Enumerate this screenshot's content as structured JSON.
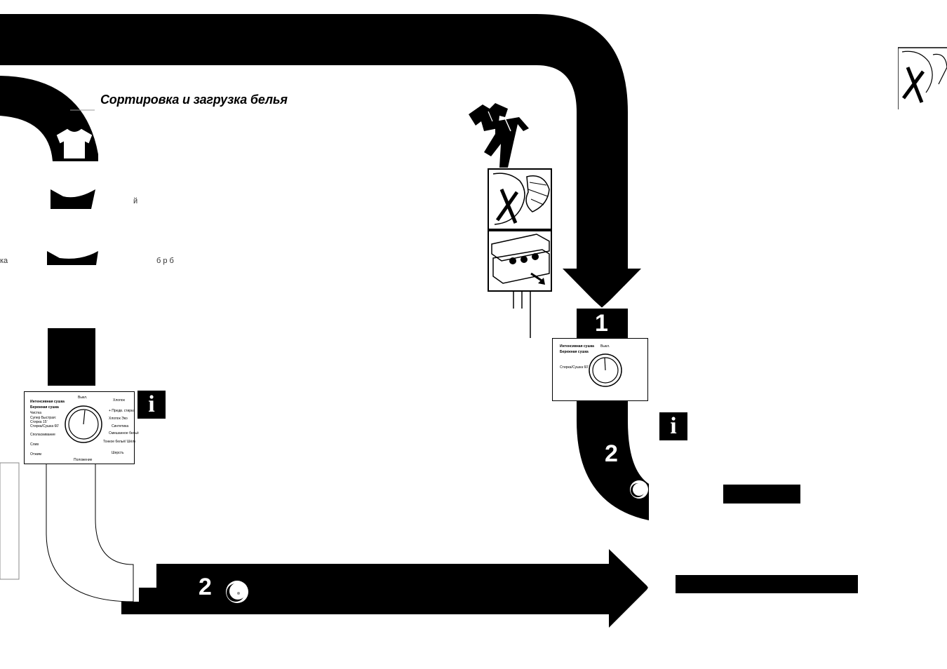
{
  "section": {
    "title": "Сортировка и загрузка белья",
    "fragments": [
      "й",
      "б р б",
      "ка"
    ]
  },
  "steps": {
    "step1": "1",
    "step2_right": "2",
    "step2_bottom": "2"
  },
  "info_label": "i",
  "control_panel_left": {
    "programs_left": [
      "Интенсивная сушка",
      "Бережная сушка",
      "Чистка",
      "Супер Быстрая:",
      "Стирка 15’",
      "Стирка/Сушка 60’",
      "Споласкивание",
      "Слив",
      "Отжим"
    ],
    "programs_right": [
      "Хлопок",
      "+ Предв. стирка",
      "Хлопок Эко",
      "Синтетика",
      "Смешанное бельё",
      "Тонкое бельё/ Шёлк",
      "Шерсть"
    ],
    "off_label": "Выкл.",
    "position_label": "Положение"
  },
  "control_panel_right": {
    "programs_left": [
      "Интенсивная сушка",
      "Бережная сушка",
      "Стирка/Сушка 60’"
    ],
    "off_label": "Выкл."
  }
}
